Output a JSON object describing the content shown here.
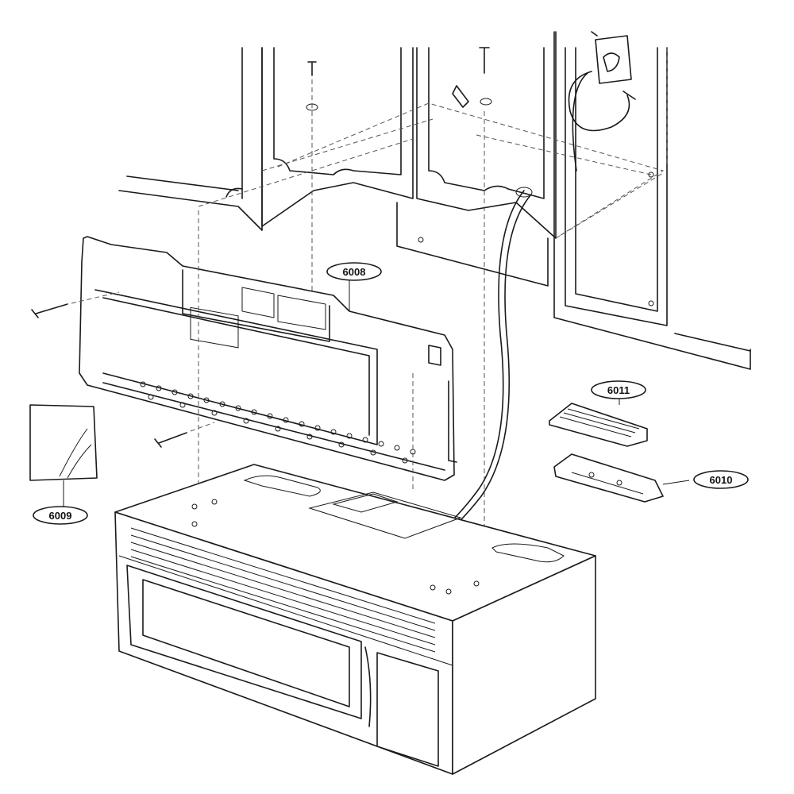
{
  "callouts": {
    "p6008": "6008",
    "p6009": "6009",
    "p6010": "6010",
    "p6011": "6011"
  },
  "colors": {
    "line": "#1a1a1a",
    "background": "#ffffff"
  }
}
